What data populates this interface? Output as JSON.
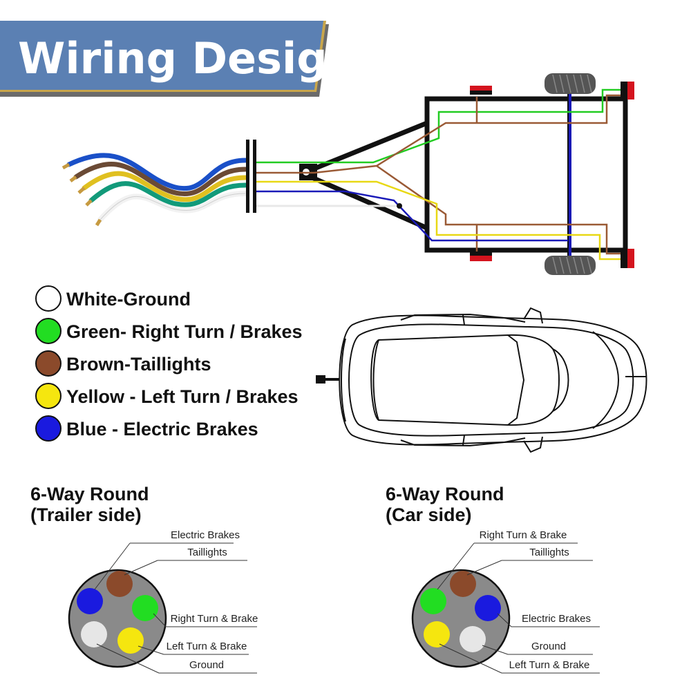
{
  "title": "Wiring Design",
  "colors": {
    "banner": "#5b80b3",
    "banner_shadow": "#6b6b6b",
    "banner_accent": "#c9a64b",
    "white": "#ffffff",
    "green": "#22dd22",
    "brown": "#8b4a2b",
    "yellow": "#f5e60f",
    "blue": "#1a1adf",
    "connector_face": "#8a8a8a",
    "white_pin": "#e6e6e6",
    "green_wire": "#22cc22",
    "brown_wire": "#9a5a35",
    "yellow_wire": "#e8d814",
    "blue_wire": "#1a1ab8",
    "frame": "#111111",
    "tail_light": "#d4141e"
  },
  "legend": [
    {
      "color": "white",
      "label": "White-Ground"
    },
    {
      "color": "green",
      "label": "Green- Right Turn / Brakes"
    },
    {
      "color": "brown",
      "label": "Brown-Taillights"
    },
    {
      "color": "yellow",
      "label": "Yellow - Left Turn / Brakes"
    },
    {
      "color": "blue",
      "label": "Blue - Electric Brakes"
    }
  ],
  "connectors": [
    {
      "heading1": "6-Way Round",
      "heading2": "(Trailer side)",
      "pins": [
        {
          "label": "Electric Brakes",
          "color": "blue"
        },
        {
          "label": "Taillights",
          "color": "brown"
        },
        {
          "label": "Right Turn & Brake",
          "color": "green"
        },
        {
          "label": "Left Turn & Brake",
          "color": "yellow"
        },
        {
          "label": "Ground",
          "color": "white"
        }
      ]
    },
    {
      "heading1": "6-Way Round",
      "heading2": "(Car side)",
      "pins": [
        {
          "label": "Right Turn & Brake",
          "color": "green"
        },
        {
          "label": "Taillights",
          "color": "brown"
        },
        {
          "label": "Electric Brakes",
          "color": "blue"
        },
        {
          "label": "Ground",
          "color": "white"
        },
        {
          "label": "Left Turn & Brake",
          "color": "yellow"
        }
      ]
    }
  ]
}
